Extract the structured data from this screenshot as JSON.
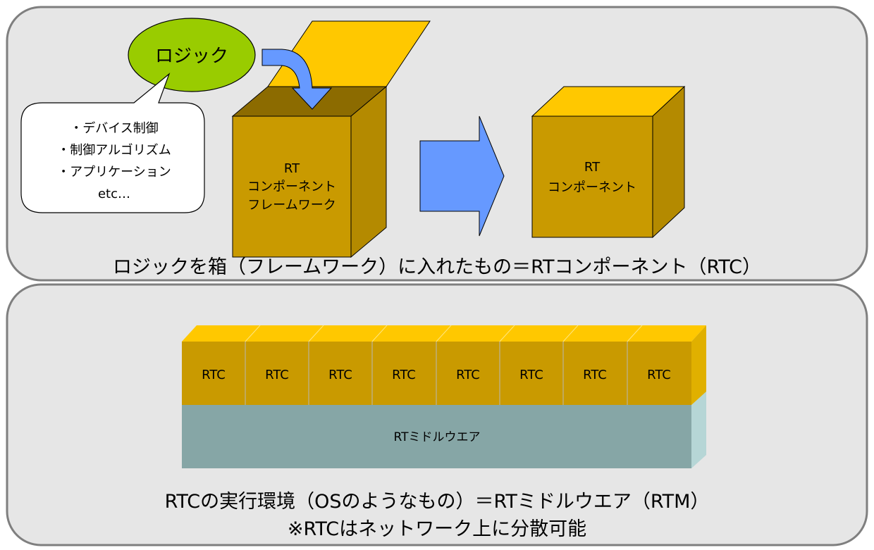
{
  "top_panel": {
    "logic_bubble": {
      "label": "ロジック"
    },
    "callout_lines": [
      "・デバイス制御",
      "・制御アルゴリズム",
      "・アプリケーション",
      "etc…"
    ],
    "framework_box_lines": [
      "RT",
      "コンポーネント",
      "フレームワーク"
    ],
    "component_box_lines": [
      "RT",
      "コンポーネント"
    ],
    "caption": "ロジックを箱（フレームワーク）に入れたもの＝RTコンポーネント（RTC）"
  },
  "bottom_panel": {
    "rtc_blocks": [
      "RTC",
      "RTC",
      "RTC",
      "RTC",
      "RTC",
      "RTC",
      "RTC",
      "RTC"
    ],
    "middleware_label": "RTミドルウエア",
    "caption_line1": "RTCの実行環境（OSのようなもの）＝RTミドルウエア（RTM）",
    "caption_line2": "※RTCはネットワーク上に分散可能"
  },
  "colors": {
    "panel_fill": "#e6e6e6",
    "panel_stroke": "#7f7f7f",
    "box_front": "#c99a00",
    "box_top": "#ffc800",
    "box_side": "#b48a00",
    "box_inner": "#8c6b00",
    "arrow_blue": "#6699ff",
    "bubble_green": "#99cc00",
    "middleware_front": "#86a6a6",
    "middleware_top": "#d6e6e6",
    "middleware_side": "#b6d6d6"
  }
}
